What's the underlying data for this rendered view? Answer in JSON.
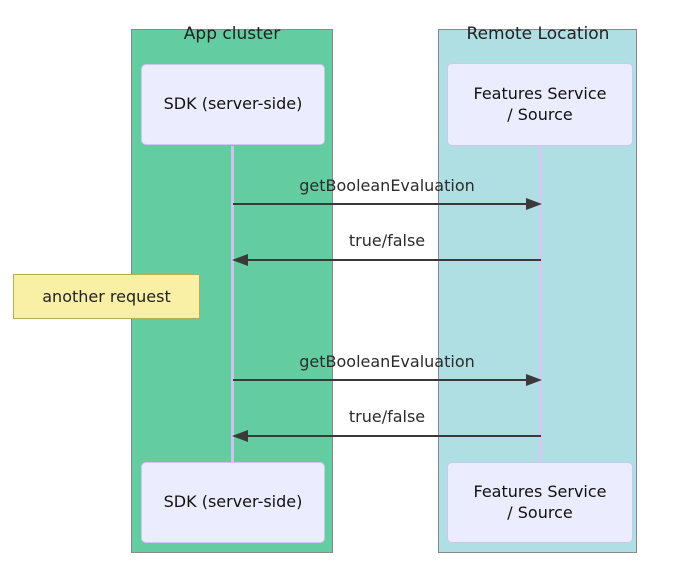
{
  "diagram_type": "sequence-diagram",
  "clusters": [
    {
      "title": "App cluster",
      "color": "#63cda1"
    },
    {
      "title": "Remote Location",
      "color": "#b0dfe3"
    }
  ],
  "actors": [
    {
      "id": "sdk-top",
      "lines": [
        "SDK (server-side)"
      ]
    },
    {
      "id": "features-top",
      "lines": [
        "Features Service",
        "/ Source"
      ]
    },
    {
      "id": "sdk-bottom",
      "lines": [
        "SDK (server-side)"
      ]
    },
    {
      "id": "features-bottom",
      "lines": [
        "Features Service",
        "/ Source"
      ]
    }
  ],
  "messages": [
    {
      "label": "getBooleanEvaluation",
      "direction": "right"
    },
    {
      "label": "true/false",
      "direction": "left"
    },
    {
      "label": "getBooleanEvaluation",
      "direction": "right"
    },
    {
      "label": "true/false",
      "direction": "left"
    }
  ],
  "note": {
    "text": "another request"
  },
  "colors": {
    "cluster_green": "#63cda1",
    "cluster_teal": "#b0dfe3",
    "cluster_border": "#888888",
    "actor_fill": "#ececff",
    "actor_border": "#c9c9f0",
    "lifeline": "#d8c6fa",
    "arrow": "#3a3a3a",
    "note_fill": "#faf0a5",
    "note_border": "#aeae5c",
    "text": "#222222"
  }
}
